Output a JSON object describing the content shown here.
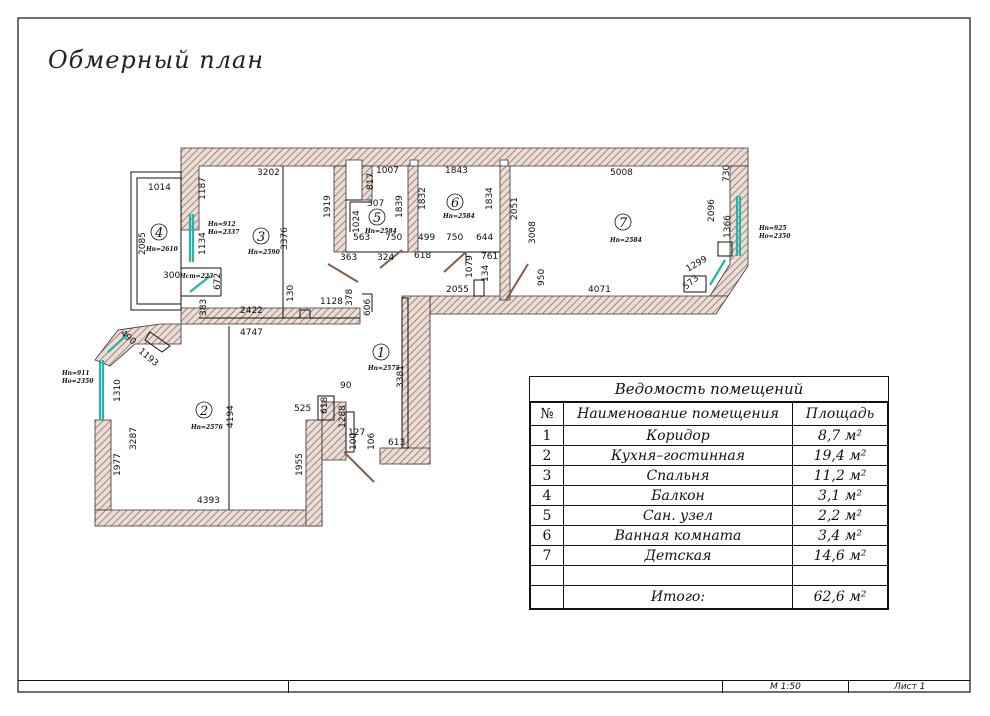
{
  "title": "Обмерный план",
  "legend": {
    "caption": "Ведомость помещений",
    "headers": [
      "№",
      "Наименование помещения",
      "Площадь"
    ],
    "rows": [
      {
        "num": "1",
        "name": "Коридор",
        "area": "8,7 м²"
      },
      {
        "num": "2",
        "name": "Кухня–гостинная",
        "area": "19,4 м²"
      },
      {
        "num": "3",
        "name": "Спальня",
        "area": "11,2 м²"
      },
      {
        "num": "4",
        "name": "Балкон",
        "area": "3,1 м²"
      },
      {
        "num": "5",
        "name": "Сан. узел",
        "area": "2,2 м²"
      },
      {
        "num": "6",
        "name": "Ванная комната",
        "area": "3,4 м²"
      },
      {
        "num": "7",
        "name": "Детская",
        "area": "14,6 м²"
      },
      {
        "num": "",
        "name": "",
        "area": ""
      }
    ],
    "total_label": "Итого:",
    "total_area": "62,6 м²"
  },
  "stamp": {
    "scale": "М 1:50",
    "sheet": "Лист 1"
  },
  "rooms": [
    {
      "num": "1",
      "h": "Нп=2575"
    },
    {
      "num": "2",
      "h": "Нп=2576"
    },
    {
      "num": "3",
      "h": "Нп=2590"
    },
    {
      "num": "4",
      "h": "Нп=2610"
    },
    {
      "num": "5",
      "h": "Нп=2584"
    },
    {
      "num": "6",
      "h": "Нп=2584"
    },
    {
      "num": "7",
      "h": "Нп=2584"
    }
  ],
  "windows": [
    {
      "hp": "Нп=912",
      "ho": "Но=2337"
    },
    {
      "hp": "Нп=925",
      "ho": "Но=2350"
    },
    {
      "hp": "Нп=911",
      "ho": "Но=2350"
    },
    {
      "hp": "Нст=223"
    }
  ],
  "dimensions": [
    "3202",
    "1187",
    "1014",
    "2085",
    "1134",
    "3376",
    "1919",
    "817",
    "1007",
    "307",
    "1024",
    "1839",
    "563",
    "750",
    "363",
    "324",
    "1843",
    "1832",
    "1834",
    "499",
    "750",
    "644",
    "618",
    "5008",
    "730",
    "2051",
    "3008",
    "2096",
    "1366",
    "1299",
    "573",
    "4071",
    "950",
    "761",
    "1079",
    "134",
    "2055",
    "300",
    "672",
    "383",
    "2422",
    "130",
    "1128",
    "378",
    "606",
    "4747",
    "490",
    "1193",
    "1310",
    "3287",
    "1977",
    "4194",
    "4393",
    "1955",
    "525",
    "618",
    "90",
    "127",
    "1288",
    "100",
    "106",
    "613",
    "3381"
  ]
}
